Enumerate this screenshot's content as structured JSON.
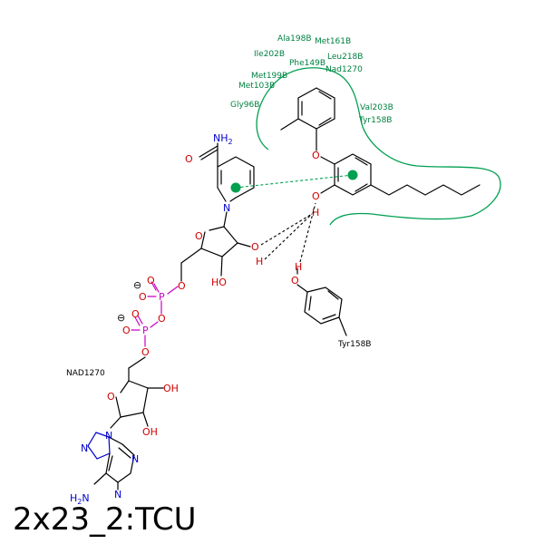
{
  "title": "2x23_2:TCU",
  "colors": {
    "pocket": "#00a050",
    "residue_text": "#008040",
    "oxygen": "#d00000",
    "nitrogen": "#0000cc",
    "phosphorus": "#c800c8"
  },
  "pocket_residues": [
    "Ala198B",
    "Met161B",
    "Ile202B",
    "Leu218B",
    "Phe149B",
    "Nad1270",
    "Met199B",
    "Met103B",
    "Val203B",
    "Tyr158B",
    "Gly96B"
  ],
  "contact_labels": {
    "tyr": "Tyr158B",
    "nad": "NAD1270"
  },
  "atom_labels": {
    "nh2": "NH",
    "nh2_sub": "2",
    "h": "H",
    "ho": "HO",
    "oh": "OH",
    "o": "O",
    "n": "N",
    "p": "P",
    "h2n": "H",
    "h2n_sub": "2",
    "h2n_n": "N",
    "minus": "⊖"
  }
}
